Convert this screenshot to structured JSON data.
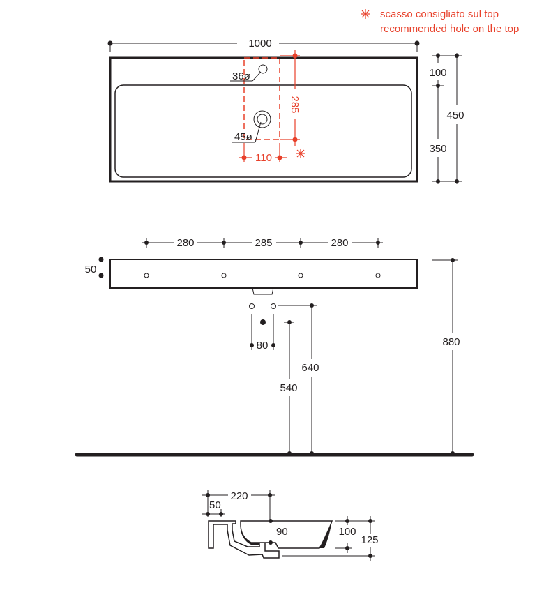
{
  "colors": {
    "ink": "#231f20",
    "accent": "#e8402a"
  },
  "legend": {
    "icon": "asterisk-icon",
    "line1": "scasso consigliato sul top",
    "line2": "recommended hole on the top"
  },
  "top_view": {
    "width": "1000",
    "hole_tap": "36ø",
    "hole_drain": "45ø",
    "hole_depth": "285",
    "hole_width": "110",
    "back": "100",
    "depth": "450",
    "basin": "350"
  },
  "front_view": {
    "spacing": [
      "280",
      "285",
      "280"
    ],
    "thickness": "50",
    "waste_spacing": "80",
    "waste_height_1": "640",
    "waste_height_2": "540",
    "top_height": "880"
  },
  "side_view": {
    "depth": "220",
    "edge": "50",
    "basin_depth": "90",
    "height_inner": "100",
    "height_total": "125"
  }
}
